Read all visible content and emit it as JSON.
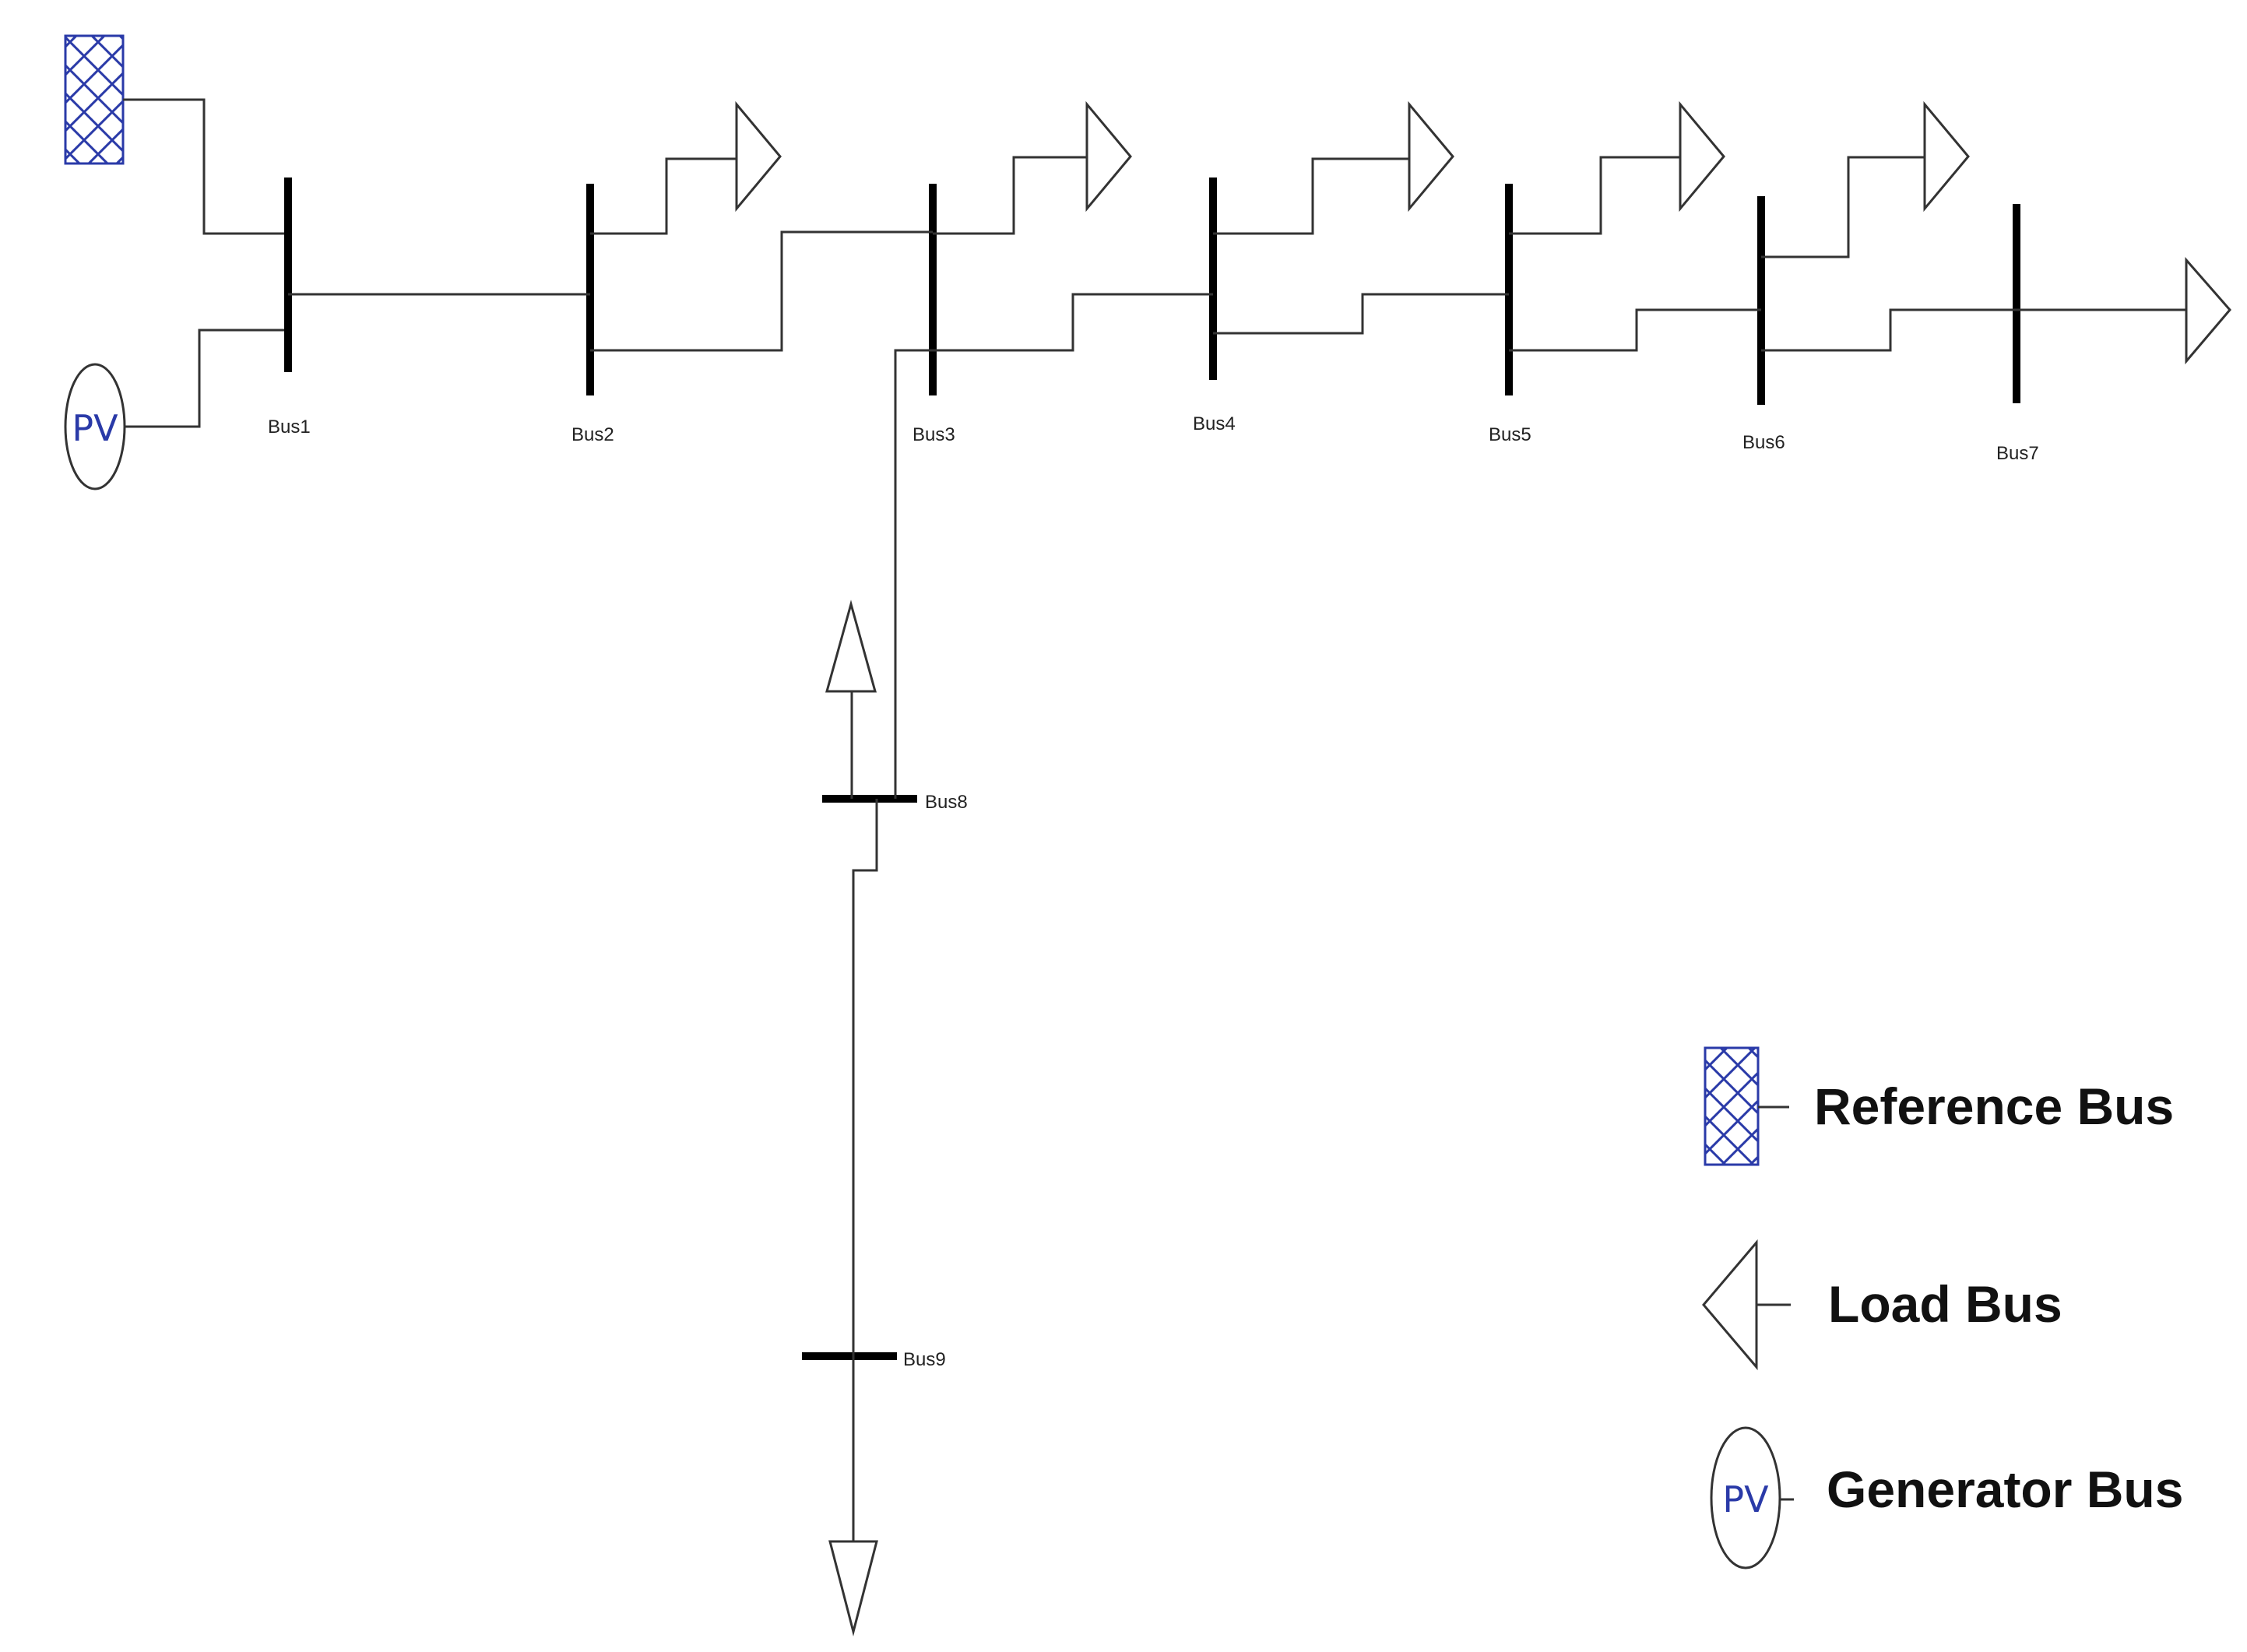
{
  "diagram": {
    "buses": [
      "Bus1",
      "Bus2",
      "Bus3",
      "Bus4",
      "Bus5",
      "Bus6",
      "Bus7",
      "Bus8",
      "Bus9"
    ],
    "pv_symbol_text": "PV"
  },
  "legend": {
    "reference_bus": "Reference Bus",
    "load_bus": "Load Bus",
    "generator_bus": "Generator Bus",
    "pv_symbol_text": "PV"
  },
  "colors": {
    "reference_hatch": "#2a3aa8",
    "pv_text": "#2a3aa8",
    "busbar": "#000000"
  }
}
